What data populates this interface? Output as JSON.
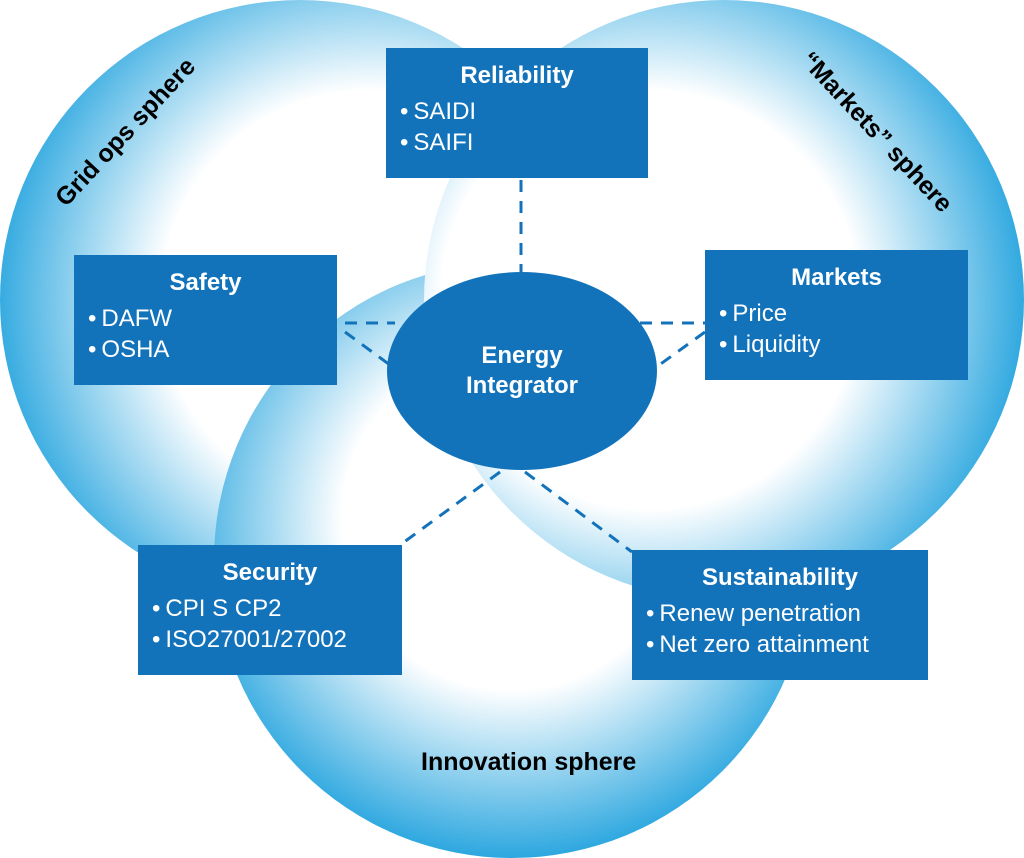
{
  "colors": {
    "box_fill": "#1273bb",
    "sphere_edge": "#29a8e0",
    "sphere_center": "#ffffff",
    "connector": "#1273bb"
  },
  "center": {
    "line1": "Energy",
    "line2": "Integrator"
  },
  "spheres": {
    "grid_ops": "Grid ops sphere",
    "markets": "“Markets” sphere",
    "innovation": "Innovation sphere"
  },
  "boxes": {
    "reliability": {
      "title": "Reliability",
      "items": [
        "SAIDI",
        "SAIFI"
      ]
    },
    "safety": {
      "title": "Safety",
      "items": [
        "DAFW",
        "OSHA"
      ]
    },
    "markets": {
      "title": "Markets",
      "items": [
        "Price",
        "Liquidity"
      ]
    },
    "security": {
      "title": "Security",
      "items": [
        "CPI S CP2",
        "ISO27001/27002"
      ]
    },
    "sustainability": {
      "title": "Sustainability",
      "items": [
        "Renew penetration",
        "Net zero attainment"
      ]
    }
  }
}
